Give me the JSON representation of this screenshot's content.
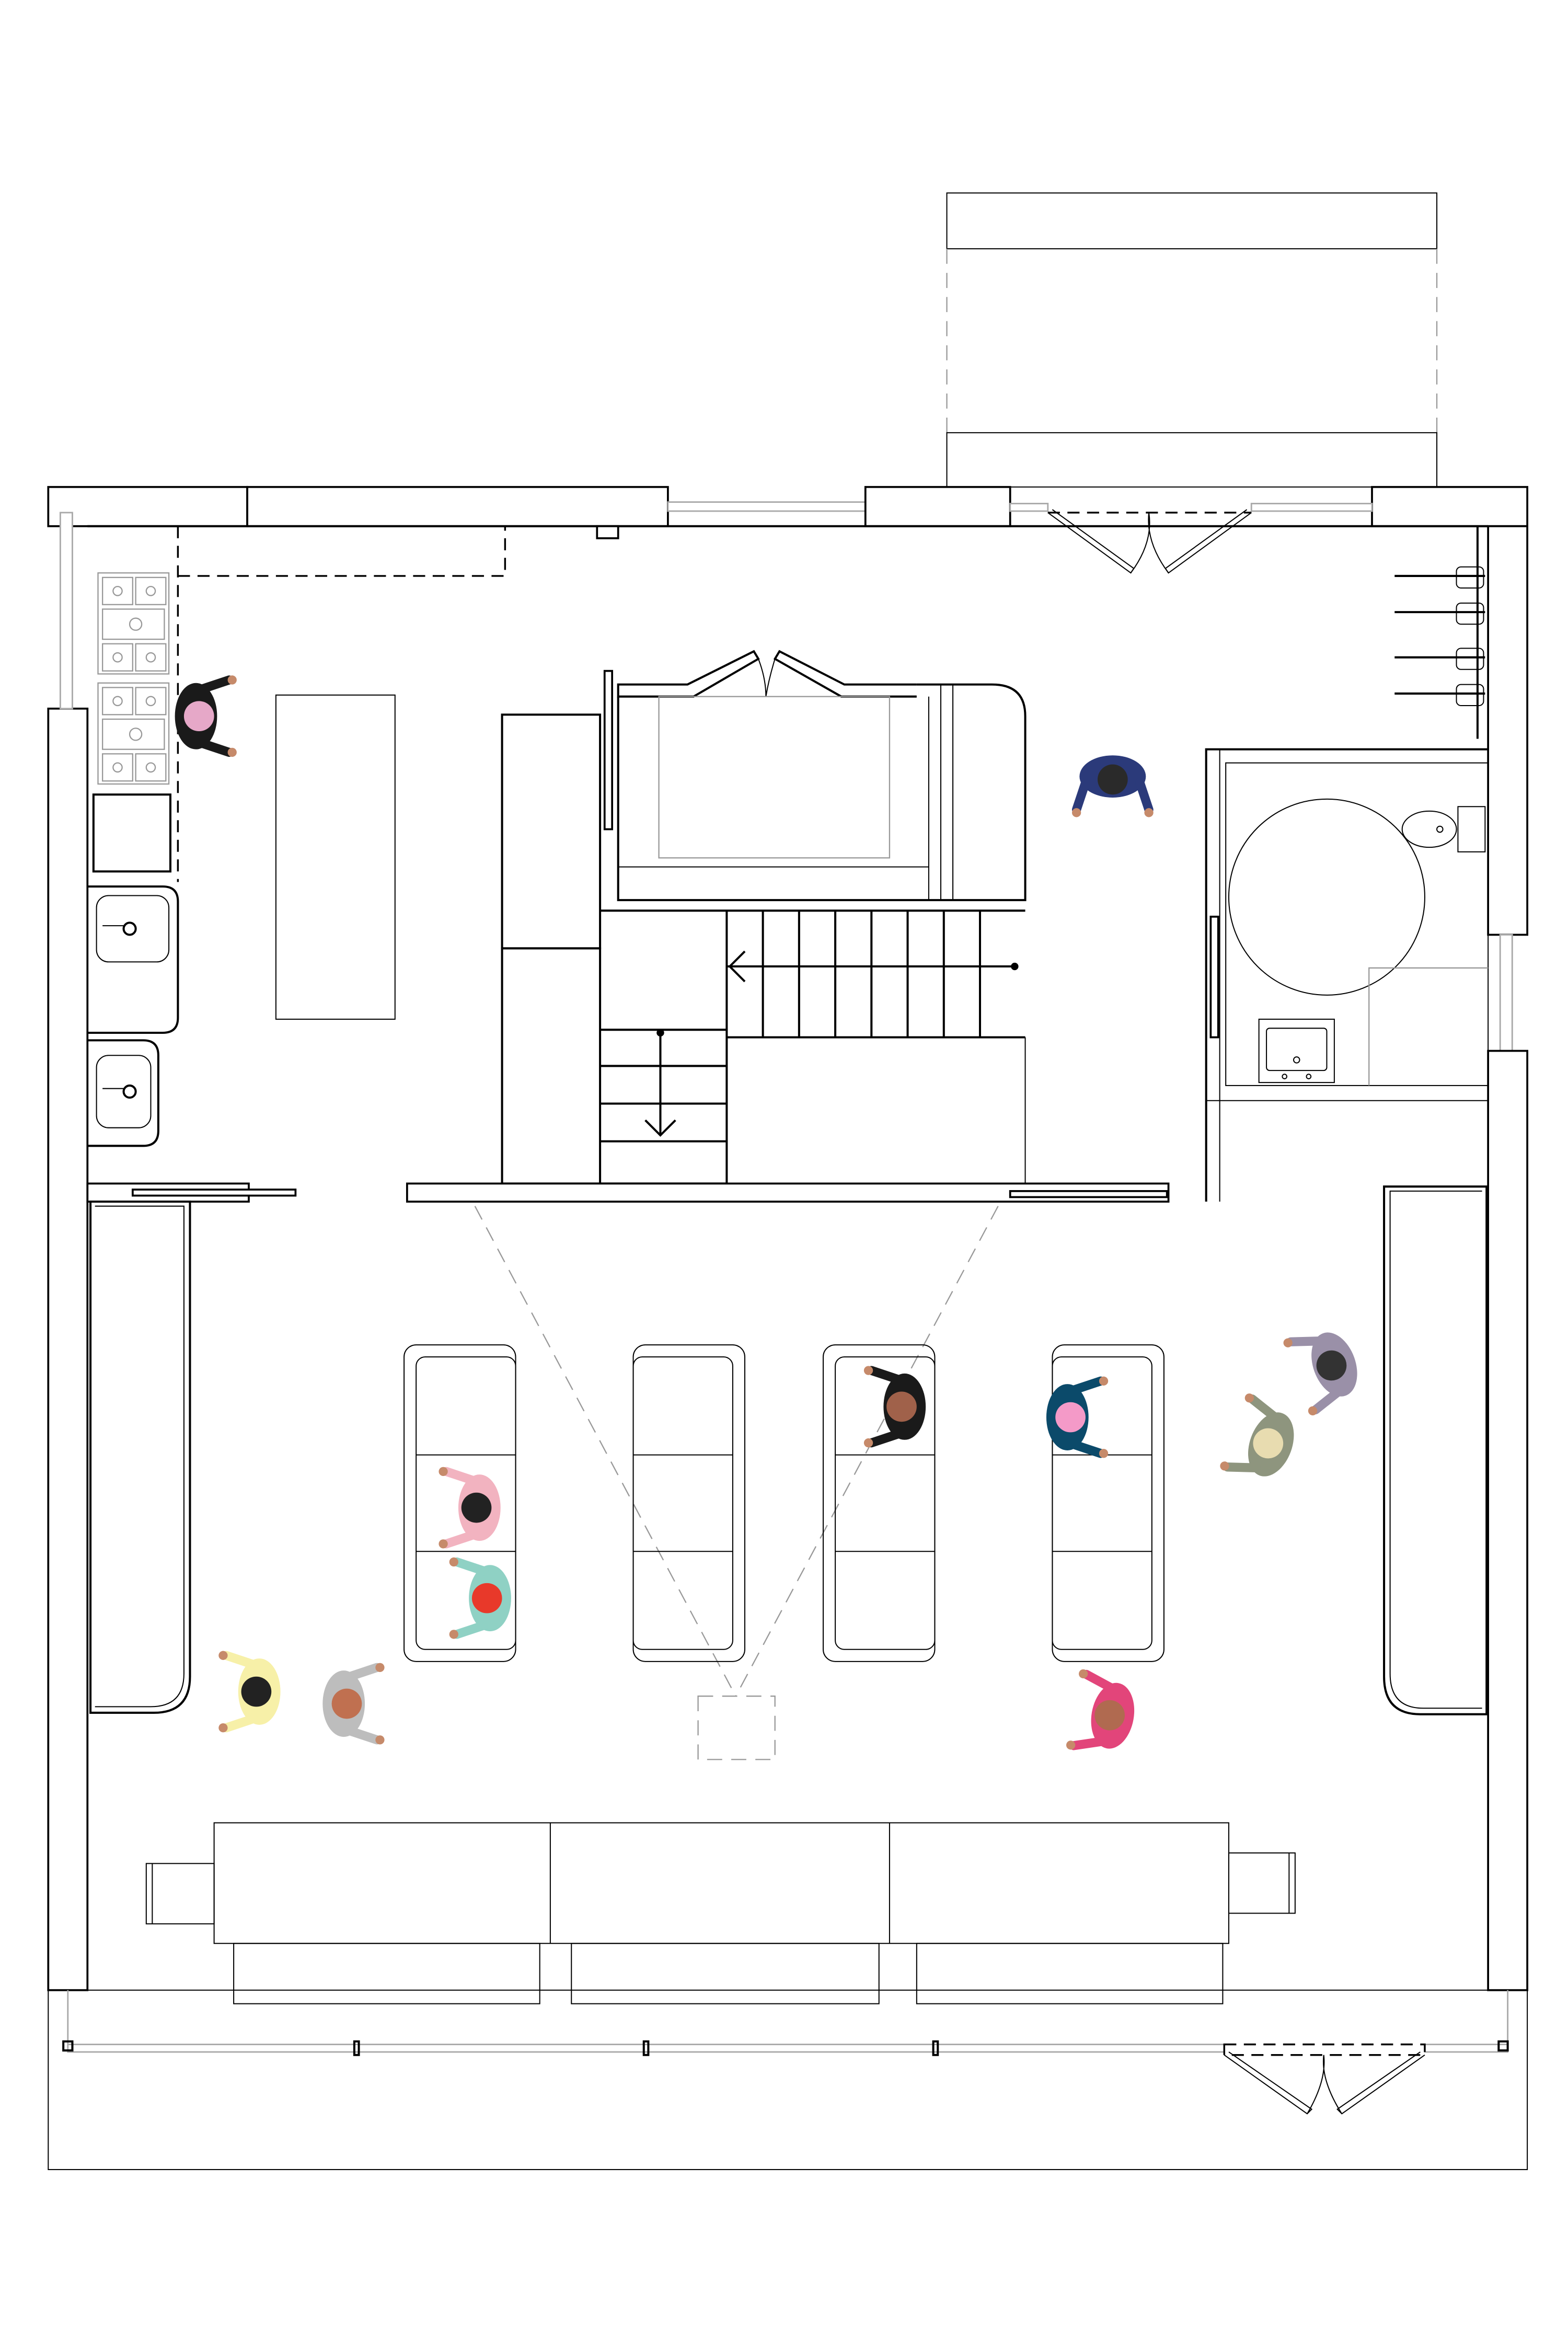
{
  "drawing": {
    "type": "architectural floor plan",
    "line_color": "#000000",
    "secondary_line_color": "#999999",
    "background": "#ffffff"
  },
  "people": [
    {
      "id": "cook",
      "body": "#1a1a1a",
      "head": "#e6a8c8"
    },
    {
      "id": "walker-navy",
      "body": "#2b3a7a",
      "head": "#2a2a2a"
    },
    {
      "id": "pink-shirt",
      "body": "#f2b3c0",
      "head": "#222222"
    },
    {
      "id": "teal-shirt",
      "body": "#8fd1c4",
      "head": "#e8392a"
    },
    {
      "id": "black-shirt",
      "body": "#1a1a1a",
      "head": "#a0614a"
    },
    {
      "id": "navy-shirt",
      "body": "#0b4a6a",
      "head": "#f49ac8"
    },
    {
      "id": "purple-gray",
      "body": "#9a90a8",
      "head": "#333333"
    },
    {
      "id": "olive",
      "body": "#8e957e",
      "head": "#e8dcb0"
    },
    {
      "id": "yellow",
      "body": "#f7f0a8",
      "head": "#222222"
    },
    {
      "id": "gray",
      "body": "#bdbdbd",
      "head": "#c07050"
    },
    {
      "id": "magenta",
      "body": "#e2457a",
      "head": "#b06a50"
    }
  ]
}
